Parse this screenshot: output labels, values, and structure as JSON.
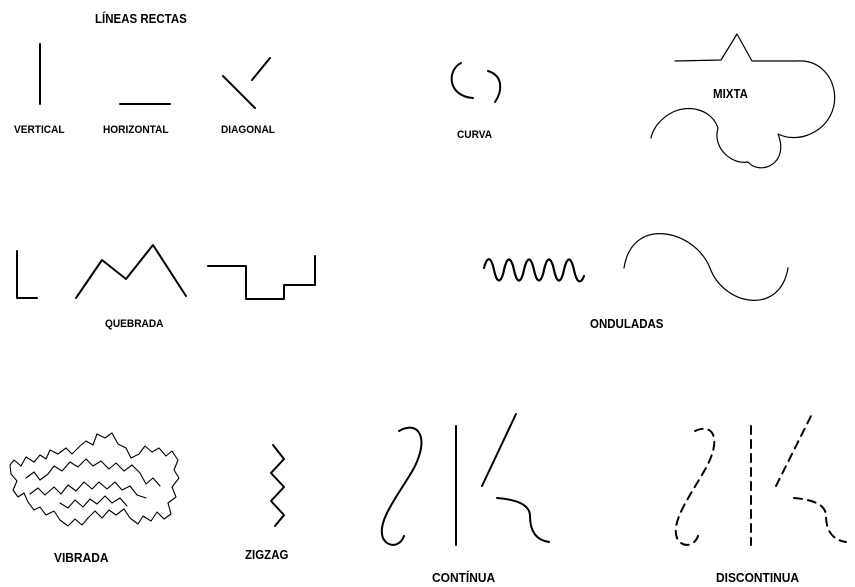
{
  "labels": {
    "lineas_rectas": "LÍNEAS RECTAS",
    "vertical": "VERTICAL",
    "horizontal": "HORIZONTAL",
    "diagonal": "DIAGONAL",
    "curva": "CURVA",
    "mixta": "MIXTA",
    "quebrada": "QUEBRADA",
    "onduladas": "ONDULADAS",
    "vibrada": "VIBRADA",
    "zigzag": "ZIGZAG",
    "continua": "CONTÍNUA",
    "discontinua": "DISCONTINUA"
  },
  "colors": {
    "stroke": "#000000",
    "background": "#ffffff"
  }
}
